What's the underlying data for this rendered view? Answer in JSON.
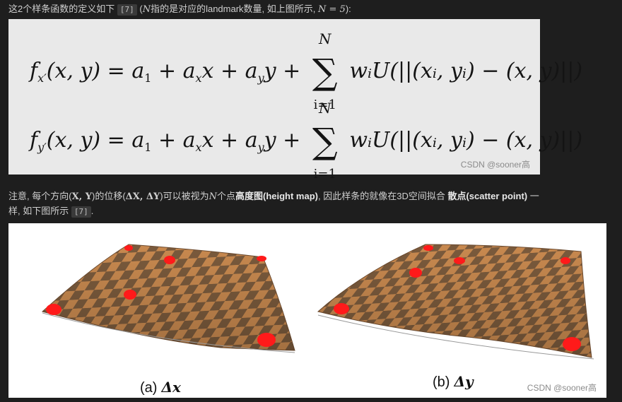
{
  "intro": {
    "text": "这2个样条函数的定义如下",
    "ref": "[7]",
    "note_open": "(",
    "note_var": "N",
    "note_text": "指的是对应的landmark数量, 如上图所示,",
    "note_eq": "N = 5",
    "note_close": "):"
  },
  "formula": {
    "eq1": {
      "lhs": "f",
      "lhs_sub": "x′",
      "args": "(x, y) = a",
      "a_sub": "1",
      "mid1": " + a",
      "ax_sub": "x",
      "mid2": "x + a",
      "ay_sub": "y",
      "mid3": "y +",
      "sum_top": "N",
      "sum_symbol": "∑",
      "sum_bottom": "i=1",
      "rhs": "wᵢU(||(xᵢ, yᵢ) − (x, y)||)"
    },
    "eq2": {
      "lhs": "f",
      "lhs_sub": "y′",
      "args": "(x, y) = a",
      "a_sub": "1",
      "mid1": " + a",
      "ax_sub": "x",
      "mid2": "x + a",
      "ay_sub": "y",
      "mid3": "y +",
      "sum_top": "N",
      "sum_symbol": "∑",
      "sum_bottom": "i=1",
      "rhs": "wᵢU(||(xᵢ, yᵢ) − (x, y)||)"
    },
    "watermark": "CSDN @sooner高"
  },
  "para2": {
    "t1": "注意, 每个方向(",
    "xy": "X, Y",
    "t2": ")的位移(",
    "dxy": "ΔX, ΔY",
    "t3": ")可以被视为",
    "n": "N",
    "t4": "个点",
    "b1": "高度图(height map)",
    "t5": ", 因此样条的就像在3D空间拟合 ",
    "b2": "散点(scatter point)",
    "t6": " 一",
    "t7": "样, 如下图所示",
    "ref": "[7]",
    "t8": "."
  },
  "figure": {
    "caption_a": "(a)",
    "symbol_a": "Δx",
    "caption_b": "(b)",
    "symbol_b": "Δy",
    "watermark": "CSDN @sooner高",
    "colors": {
      "light": "#c8894f",
      "dark": "#7a5a3c",
      "point": "#ff1a1a"
    }
  }
}
